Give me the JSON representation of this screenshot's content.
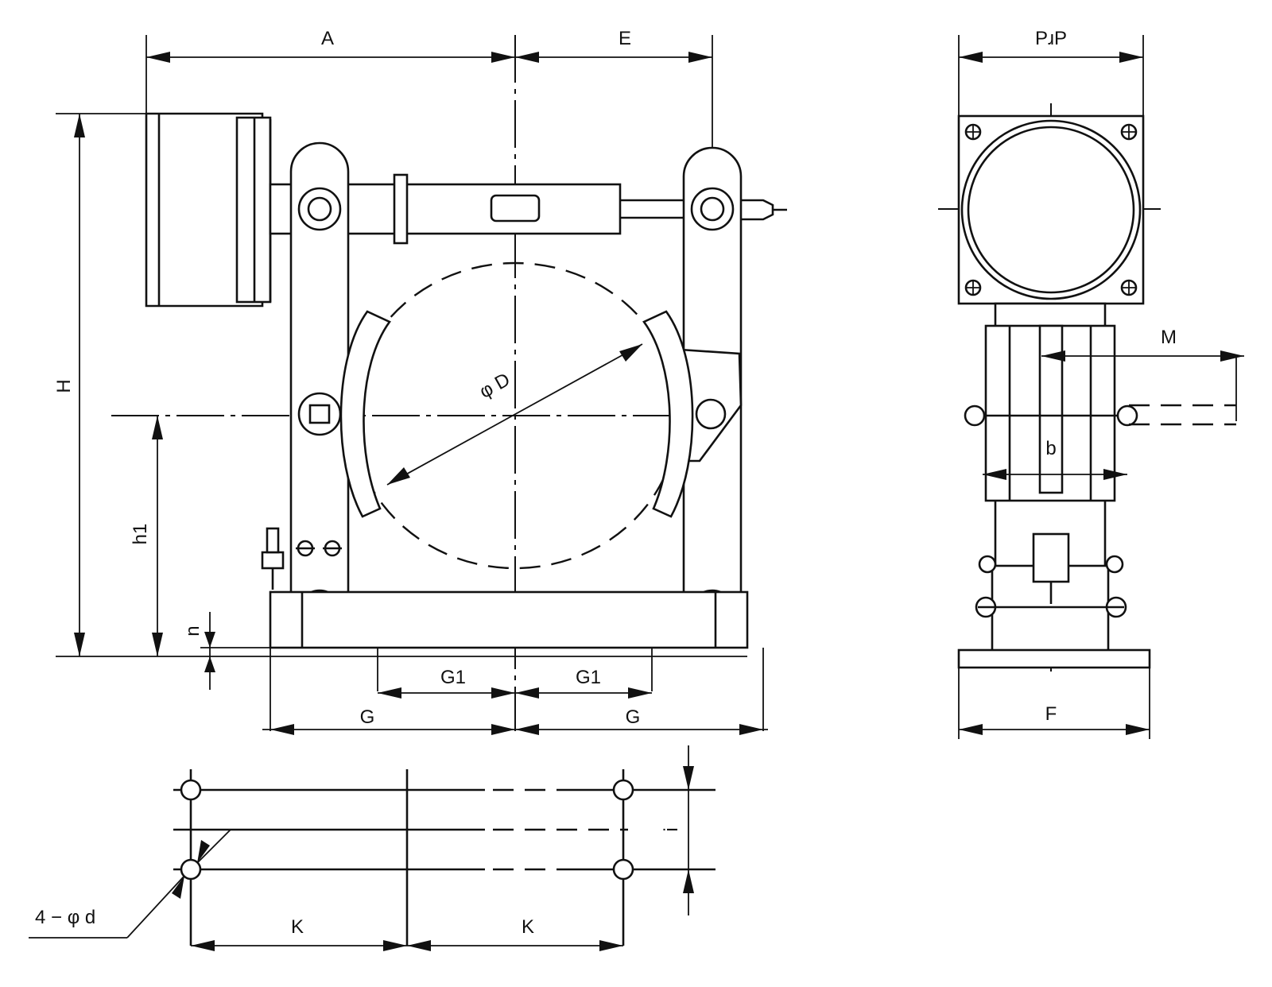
{
  "labels": {
    "A": "A",
    "E": "E",
    "H": "H",
    "h1": "h1",
    "n": "n",
    "phiD": "φ D",
    "G1_left": "G1",
    "G1_right": "G1",
    "G_left": "G",
    "G_right": "G",
    "PuP": "PɹP",
    "M": "M",
    "b": "b",
    "F": "F",
    "i": "i",
    "K_left": "K",
    "K_right": "K",
    "holes": "4 − φ d"
  },
  "colors": {
    "line": "#111111",
    "background": "#ffffff"
  }
}
